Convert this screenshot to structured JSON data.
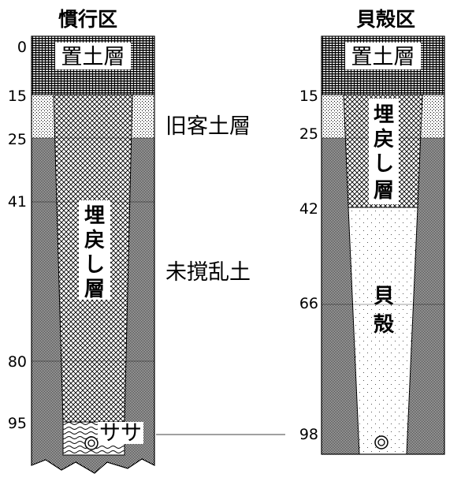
{
  "left_section": {
    "title": "慣行区",
    "depths": [
      "0",
      "15",
      "25",
      "41",
      "80",
      "95"
    ],
    "cap_label": "置土層",
    "fill_label": [
      "埋",
      "戻",
      "し",
      "層"
    ],
    "bottom_label": "ササ"
  },
  "right_section": {
    "title": "貝殻区",
    "depths": [
      "15",
      "25",
      "42",
      "66",
      "98"
    ],
    "cap_label": "置土層",
    "fill_label": [
      "埋",
      "戻",
      "し",
      "層"
    ],
    "shell_label": [
      "貝",
      "殻"
    ]
  },
  "layer_labels": {
    "old_soil": "旧客土層",
    "undisturbed": "未撹乱土"
  },
  "colors": {
    "line": "#000000",
    "background": "#ffffff",
    "cap_hatch": "#000000",
    "stipple": "#000000"
  }
}
